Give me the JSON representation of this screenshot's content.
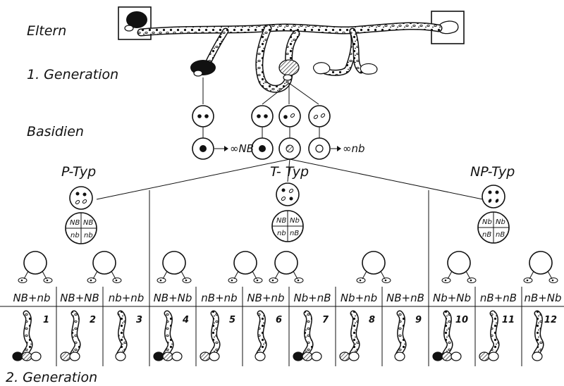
{
  "labels": {
    "parents": "Eltern",
    "gen1": "1. Generation",
    "basidia": "Basidien",
    "gen2": "2. Generation"
  },
  "spore_annotations": {
    "left": "∞NB",
    "right": "∞nb"
  },
  "types": {
    "p": "P-Typ",
    "t": "T-  Typ",
    "np": "NP-Typ"
  },
  "genotype_grids": [
    [
      "NB",
      "NB",
      "nb",
      "nb"
    ],
    [
      "NB",
      "Nb",
      "nb",
      "nB"
    ],
    [
      "Nb",
      "Nb",
      "nB",
      "nB"
    ]
  ],
  "crosses": [
    {
      "label": "NB+nb",
      "number": "1"
    },
    {
      "label": "NB+NB",
      "number": "2"
    },
    {
      "label": "nb+nb",
      "number": "3"
    },
    {
      "label": "NB+Nb",
      "number": "4"
    },
    {
      "label": "nB+nb",
      "number": "5"
    },
    {
      "label": "NB+nb",
      "number": "6"
    },
    {
      "label": "Nb+nB",
      "number": "7"
    },
    {
      "label": "Nb+nb",
      "number": "8"
    },
    {
      "label": "NB+nB",
      "number": "9"
    },
    {
      "label": "Nb+Nb",
      "number": "10"
    },
    {
      "label": "nB+nB",
      "number": "11"
    },
    {
      "label": "nB+Nb",
      "number": "12"
    }
  ],
  "colors": {
    "ink": "#111111",
    "paper": "#ffffff"
  }
}
